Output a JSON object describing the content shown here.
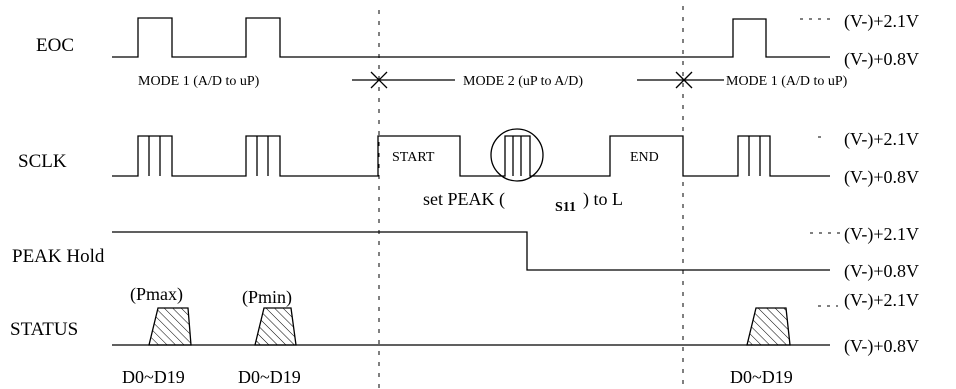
{
  "signals": {
    "eoc": "EOC",
    "sclk": "SCLK",
    "peak": "PEAK Hold",
    "status": "STATUS"
  },
  "modes": {
    "m1a": "MODE 1 (A/D to uP)",
    "m2": "MODE 2 (uP to A/D)",
    "m1b": "MODE 1 (A/D to uP)"
  },
  "levels": {
    "high": "(V-)+2.1V",
    "low": "(V-)+0.8V"
  },
  "sclk_marks": {
    "start": "START",
    "end": "END",
    "note_prefix": "set PEAK (",
    "note_sub": "S11",
    "note_suffix": ") to L"
  },
  "status_marks": {
    "pmax": "(Pmax)",
    "pmin": "(Pmin)",
    "data1": "D0~D19",
    "data2": "D0~D19",
    "data3": "D0~D19"
  }
}
